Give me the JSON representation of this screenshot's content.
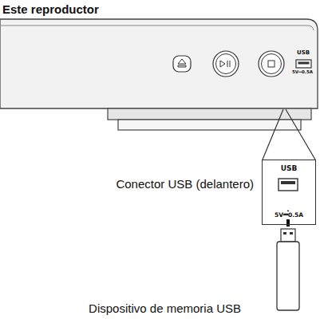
{
  "diagram": {
    "title": "Este reproductor",
    "nodes": [
      {
        "text": [
          "USB",
          "5V⎓0.5A"
        ]
      }
    ],
    "labels": [
      "USB",
      "5V⎓0.5A",
      "Conector USB (delantero)",
      "Dispositivo de memoria USB"
    ]
  }
}
